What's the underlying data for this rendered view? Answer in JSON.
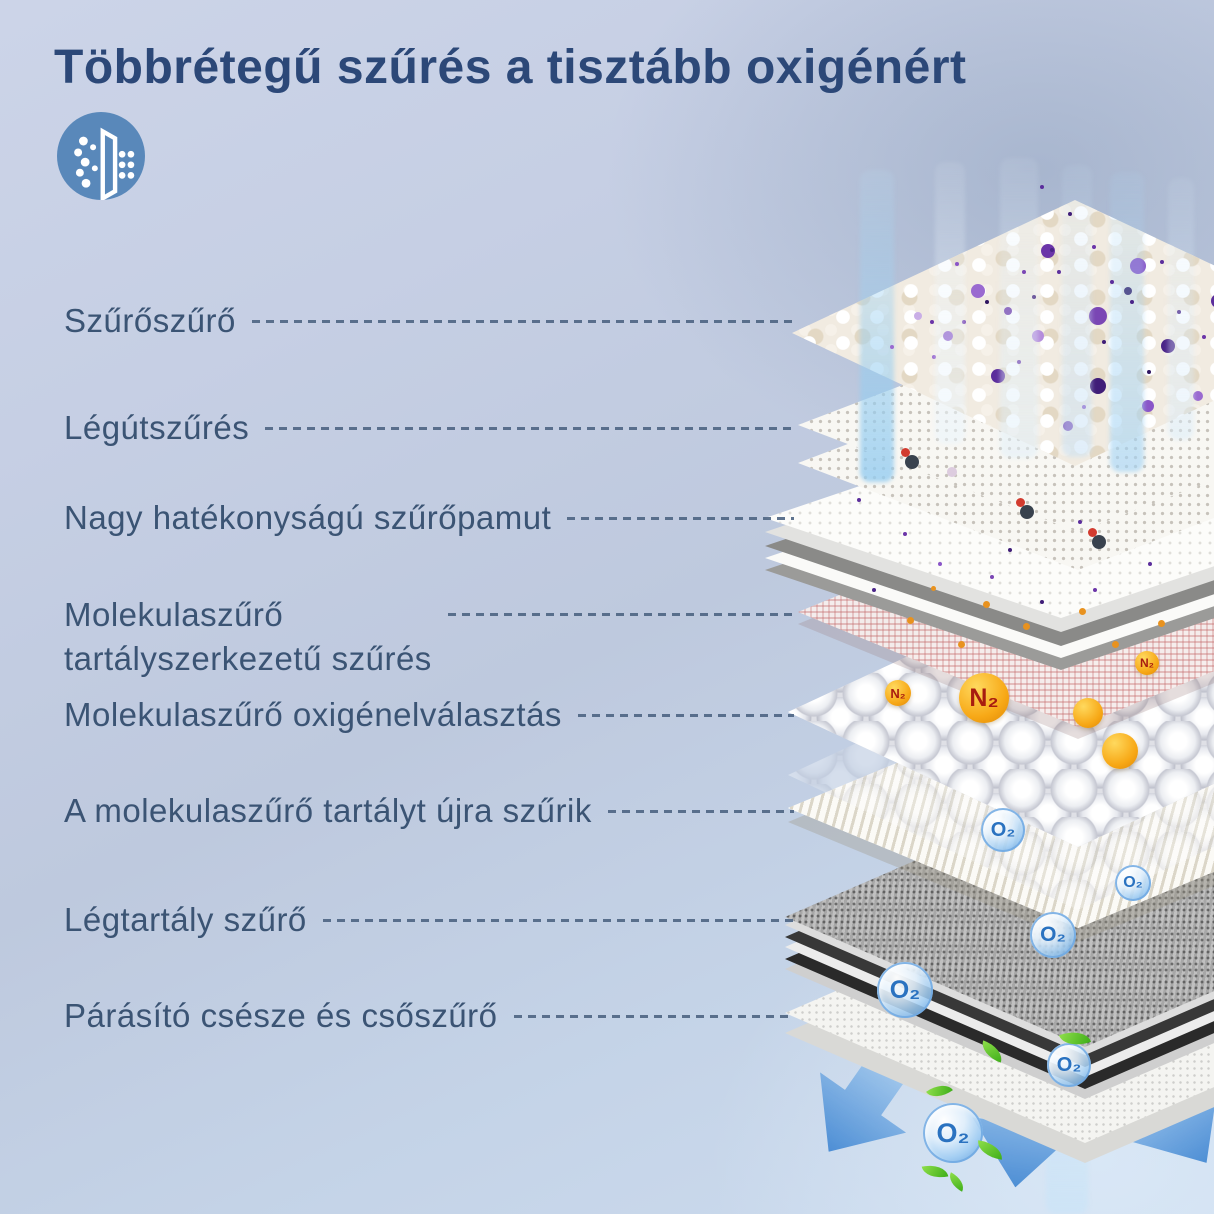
{
  "title": "Többrétegű szűrés a tisztább oxigénért",
  "icon": {
    "name": "filter-particles"
  },
  "labels": [
    {
      "line1": "Szűrőszűrő",
      "line2": ""
    },
    {
      "line1": "Légútszűrés",
      "line2": ""
    },
    {
      "line1": "Nagy hatékonyságú szűrőpamut",
      "line2": ""
    },
    {
      "line1": "Molekulaszűrő",
      "line2": "tartályszerkezetű szűrés"
    },
    {
      "line1": "Molekulaszűrő oxigénelválasztás",
      "line2": ""
    },
    {
      "line1": "A molekulaszűrő tartályt újra szűrik",
      "line2": ""
    },
    {
      "line1": "Légtartály szűrő",
      "line2": ""
    },
    {
      "line1": "Párásító csésze és csőszűrő",
      "line2": ""
    }
  ],
  "badges": {
    "n2": "N₂",
    "o2": "O₂"
  },
  "colors": {
    "background_top": "#ccd4e8",
    "background_bottom": "#cddcef",
    "title_text": "#2c4878",
    "label_text": "#3b5474",
    "connector": "#4d6482",
    "icon_circle": "#5988ba",
    "n2_ball": "#f7a816",
    "n2_text": "#a81c10",
    "o2_text": "#2a72c0",
    "arrow_blue": "#4086d2",
    "leaf_green": "#3fae19"
  }
}
